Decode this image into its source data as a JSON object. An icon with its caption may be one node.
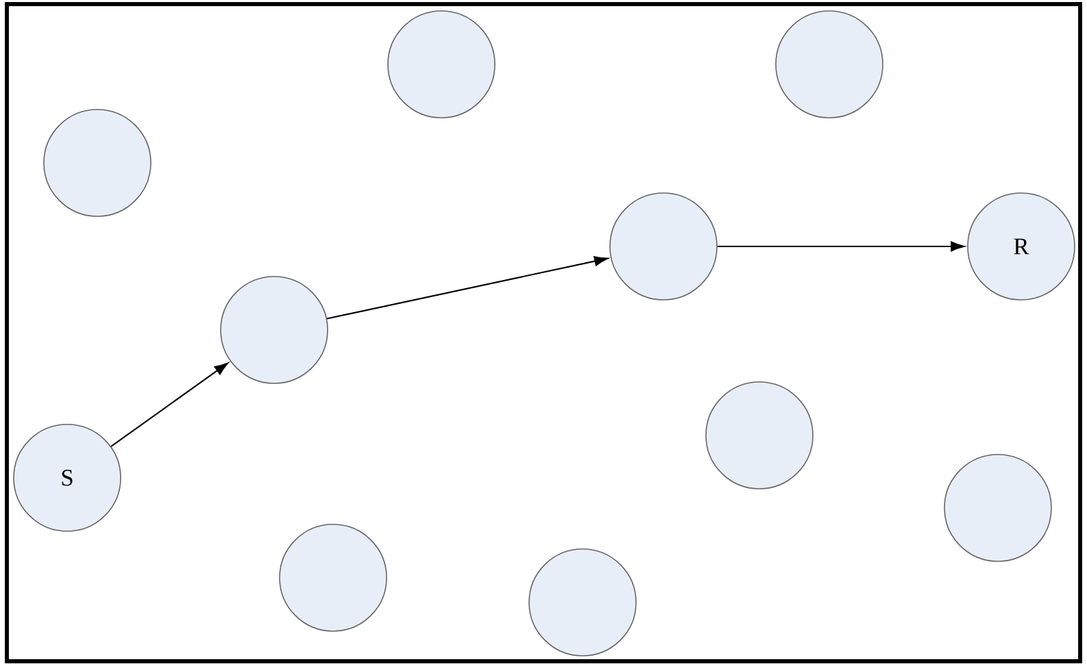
{
  "diagram": {
    "nodes": [
      {
        "text": [],
        "shape": "circle"
      },
      {
        "text": [],
        "shape": "circle"
      },
      {
        "text": [],
        "shape": "circle"
      },
      {
        "text": [],
        "shape": "circle"
      },
      {
        "text": [
          "R"
        ]
      },
      {
        "text": [],
        "shape": "circle"
      },
      {
        "text": [],
        "shape": "circle"
      },
      {
        "text": [
          "S"
        ]
      },
      {
        "text": [],
        "shape": "circle"
      },
      {
        "text": [],
        "shape": "circle"
      },
      {
        "text": [],
        "shape": "circle"
      }
    ],
    "edges": [
      {
        "from": 7,
        "to": 5,
        "arrow": "to"
      },
      {
        "from": 5,
        "to": 3,
        "arrow": "to"
      },
      {
        "from": 3,
        "to": 4,
        "arrow": "to"
      }
    ]
  }
}
